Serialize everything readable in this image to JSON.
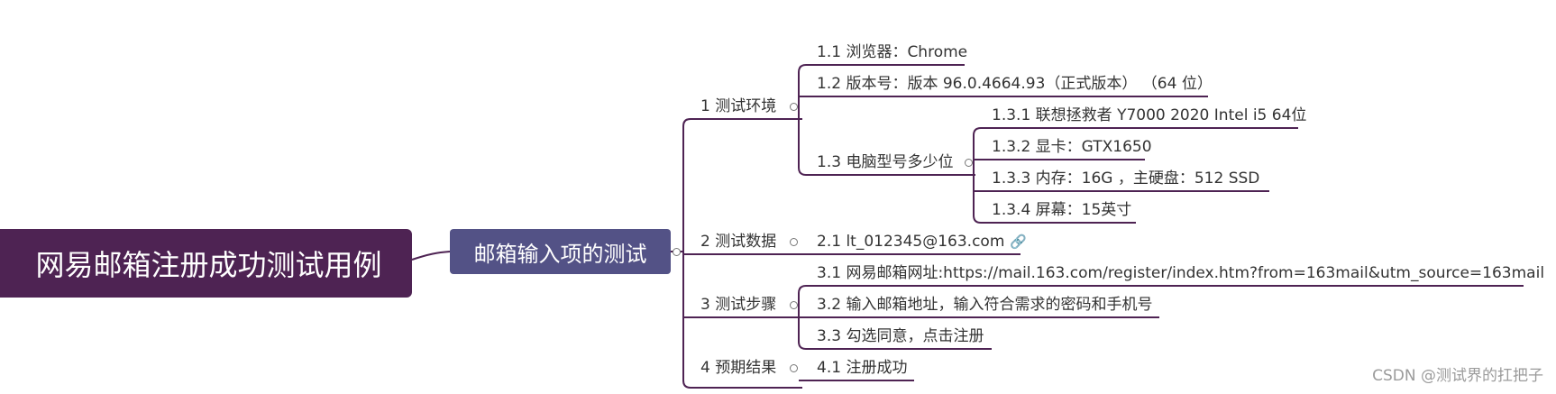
{
  "root": {
    "title": "网易邮箱注册成功测试用例"
  },
  "main_topic": {
    "title": "邮箱输入项的测试"
  },
  "branches": [
    {
      "label": "1 测试环境",
      "children": [
        {
          "label": "1.1 浏览器：Chrome"
        },
        {
          "label": "1.2 版本号：版本 96.0.4664.93（正式版本）  （64 位）"
        },
        {
          "label": "1.3 电脑型号多少位",
          "children": [
            {
              "label": "1.3.1 联想拯救者 Y7000 2020 Intel i5 64位"
            },
            {
              "label": "1.3.2 显卡：GTX1650"
            },
            {
              "label": "1.3.3 内存：16G ，主硬盘：512 SSD"
            },
            {
              "label": "1.3.4 屏幕：15英寸"
            }
          ]
        }
      ]
    },
    {
      "label": "2 测试数据",
      "children": [
        {
          "label": "2.1 lt_012345@163.com",
          "icon": "link-icon"
        }
      ]
    },
    {
      "label": "3 测试步骤",
      "children": [
        {
          "label": "3.1 网易邮箱网址:https://mail.163.com/register/index.htm?from=163mail&utm_source=163mail"
        },
        {
          "label": "3.2 输入邮箱地址，输入符合需求的密码和手机号"
        },
        {
          "label": "3.3 勾选同意，点击注册"
        }
      ]
    },
    {
      "label": "4 预期结果",
      "children": [
        {
          "label": "4.1 注册成功"
        }
      ]
    }
  ],
  "watermark": "CSDN @测试界的扛把子",
  "colors": {
    "root": "#4e2353",
    "main_topic": "#535286",
    "line": "#4e2353"
  }
}
